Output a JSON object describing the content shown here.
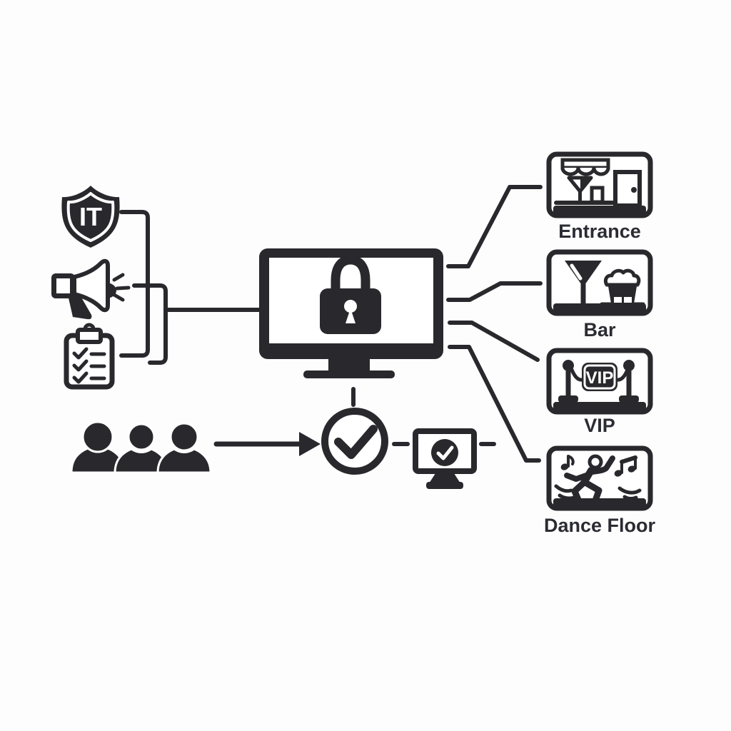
{
  "diagram": {
    "background": "#fdfdfd",
    "ink": "#29292d",
    "label_color": "#2b2b33",
    "inputs": [
      {
        "icon": "it-shield-icon",
        "text": "IT"
      },
      {
        "icon": "megaphone-icon"
      },
      {
        "icon": "checklist-clipboard-icon"
      }
    ],
    "hub": {
      "icon": "locked-monitor-icon"
    },
    "zones": [
      {
        "icon": "entrance-storefront-icon",
        "label": "Entrance"
      },
      {
        "icon": "bar-drinks-icon",
        "label": "Bar"
      },
      {
        "icon": "vip-rope-icon",
        "label": "VIP",
        "sign_text": "VIP"
      },
      {
        "icon": "dance-floor-dancer-icon",
        "label": "Dance Floor"
      }
    ],
    "verification_flow": {
      "icons": [
        "guests-group-icon",
        "flow-arrow-icon",
        "check-circle-icon",
        "verified-screen-icon"
      ]
    }
  }
}
